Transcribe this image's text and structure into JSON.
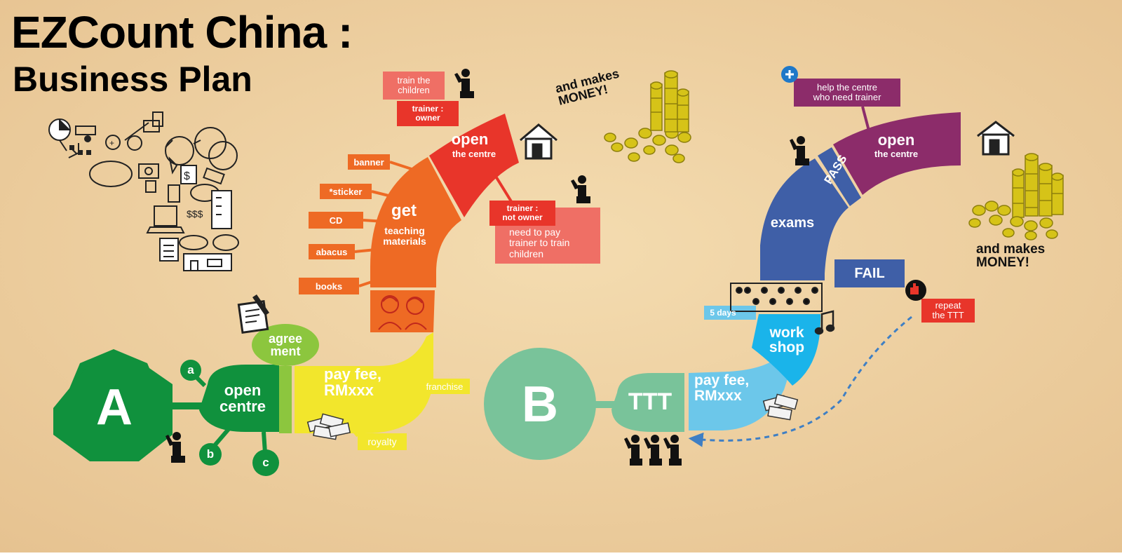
{
  "title": {
    "line1": "EZCount China :",
    "line2": "Business Plan"
  },
  "path_a": {
    "letter": "A",
    "options": [
      "a",
      "b",
      "c"
    ],
    "open_centre": "open\ncentre",
    "agreement": "agree\nment",
    "pay_fee": "pay fee,\nRMxxx",
    "franchise": "franchise",
    "royalty": "royalty",
    "get_materials": {
      "title": "get",
      "sub": "teaching\nmaterials"
    },
    "materials": [
      "banner",
      "*sticker",
      "CD",
      "abacus",
      "books"
    ],
    "open_centre_top": {
      "title": "open",
      "sub": "the centre"
    },
    "trainer_owner": "trainer :\nowner",
    "train_children": "train the\nchildren",
    "trainer_not_owner": "trainer :\nnot owner",
    "need_to_pay": "need to pay\ntrainer to train\nchildren",
    "makes_money": "and makes\nMONEY!"
  },
  "path_b": {
    "letter": "B",
    "ttt": "TTT",
    "pay_fee": "pay fee,\nRMxxx",
    "workshop": "work\nshop",
    "five_days": "5 days",
    "exams": "exams",
    "pass": "PASS",
    "fail": "FAIL",
    "repeat": "repeat\nthe TTT",
    "open_centre": {
      "title": "open",
      "sub": "the centre"
    },
    "help_centre": "help the centre\nwho need trainer",
    "makes_money": "and makes\nMONEY!"
  },
  "colors": {
    "background": "#efd3a4",
    "green": "#10913d",
    "light_green": "#8cc63e",
    "yellow": "#f2e62c",
    "orange": "#ee6a24",
    "red": "#e8352a",
    "salmon": "#ef6f65",
    "mint": "#79c39a",
    "sky": "#6cc7ea",
    "cyan": "#1ab4ea",
    "blue": "#3f5fa7",
    "purple": "#8c2c6a",
    "gold": "#c9b61c"
  }
}
